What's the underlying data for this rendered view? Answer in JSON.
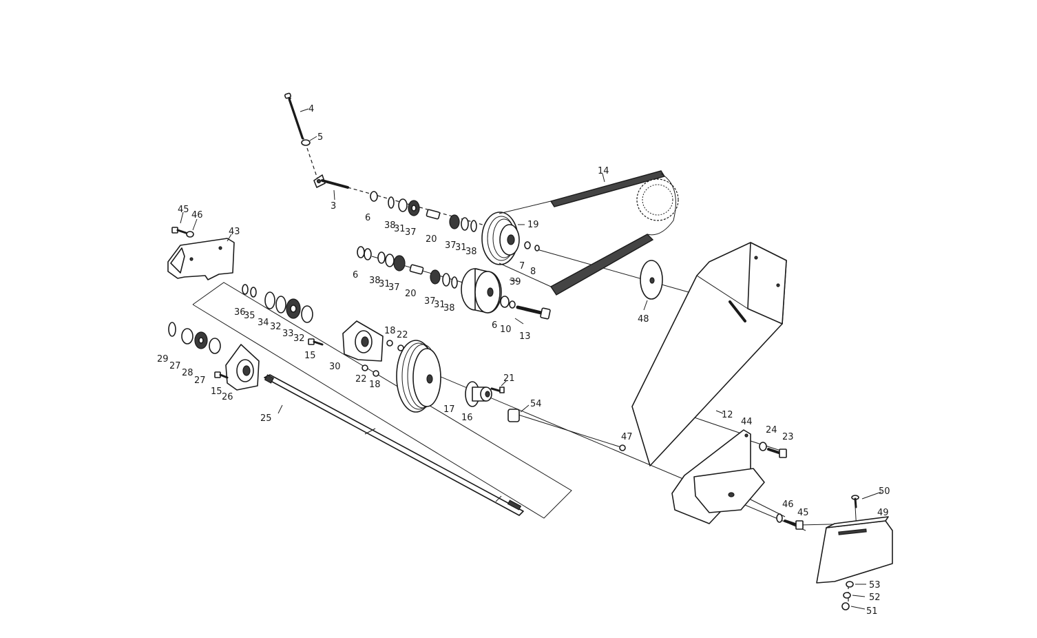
{
  "labels": [
    {
      "id": "n4",
      "text": "4"
    },
    {
      "id": "n5",
      "text": "5"
    },
    {
      "id": "n3",
      "text": "3"
    },
    {
      "id": "n6a",
      "text": "6"
    },
    {
      "id": "n38a",
      "text": "38"
    },
    {
      "id": "n31a",
      "text": "31"
    },
    {
      "id": "n37a",
      "text": "37"
    },
    {
      "id": "n20a",
      "text": "20"
    },
    {
      "id": "n37b",
      "text": "37"
    },
    {
      "id": "n31b",
      "text": "31"
    },
    {
      "id": "n38b",
      "text": "38"
    },
    {
      "id": "n19",
      "text": "19"
    },
    {
      "id": "n7",
      "text": "7"
    },
    {
      "id": "n8",
      "text": "8"
    },
    {
      "id": "n14",
      "text": "14"
    },
    {
      "id": "n45a",
      "text": "45"
    },
    {
      "id": "n46a",
      "text": "46"
    },
    {
      "id": "n43",
      "text": "43"
    },
    {
      "id": "n6b",
      "text": "6"
    },
    {
      "id": "n38c",
      "text": "38"
    },
    {
      "id": "n31c",
      "text": "31"
    },
    {
      "id": "n37c",
      "text": "37"
    },
    {
      "id": "n20b",
      "text": "20"
    },
    {
      "id": "n37d",
      "text": "37"
    },
    {
      "id": "n31d",
      "text": "31"
    },
    {
      "id": "n38d",
      "text": "38"
    },
    {
      "id": "n39",
      "text": "39"
    },
    {
      "id": "n6c",
      "text": "6"
    },
    {
      "id": "n10",
      "text": "10"
    },
    {
      "id": "n13",
      "text": "13"
    },
    {
      "id": "n48",
      "text": "48"
    },
    {
      "id": "n36",
      "text": "36"
    },
    {
      "id": "n35",
      "text": "35"
    },
    {
      "id": "n34",
      "text": "34"
    },
    {
      "id": "n32a",
      "text": "32"
    },
    {
      "id": "n33",
      "text": "33"
    },
    {
      "id": "n32b",
      "text": "32"
    },
    {
      "id": "n18a",
      "text": "18"
    },
    {
      "id": "n22a",
      "text": "22"
    },
    {
      "id": "n29",
      "text": "29"
    },
    {
      "id": "n27a",
      "text": "27"
    },
    {
      "id": "n28",
      "text": "28"
    },
    {
      "id": "n27b",
      "text": "27"
    },
    {
      "id": "n15a",
      "text": "15"
    },
    {
      "id": "n30",
      "text": "30"
    },
    {
      "id": "n22b",
      "text": "22"
    },
    {
      "id": "n18b",
      "text": "18"
    },
    {
      "id": "n15b",
      "text": "15"
    },
    {
      "id": "n26",
      "text": "26"
    },
    {
      "id": "n21",
      "text": "21"
    },
    {
      "id": "n54",
      "text": "54"
    },
    {
      "id": "n16",
      "text": "16"
    },
    {
      "id": "n17",
      "text": "17"
    },
    {
      "id": "n25",
      "text": "25"
    },
    {
      "id": "n12",
      "text": "12"
    },
    {
      "id": "n44",
      "text": "44"
    },
    {
      "id": "n47",
      "text": "47"
    },
    {
      "id": "n24",
      "text": "24"
    },
    {
      "id": "n23",
      "text": "23"
    },
    {
      "id": "n46b",
      "text": "46"
    },
    {
      "id": "n45b",
      "text": "45"
    },
    {
      "id": "n50",
      "text": "50"
    },
    {
      "id": "n49",
      "text": "49"
    },
    {
      "id": "n53",
      "text": "53"
    },
    {
      "id": "n52",
      "text": "52"
    },
    {
      "id": "n51",
      "text": "51"
    }
  ]
}
